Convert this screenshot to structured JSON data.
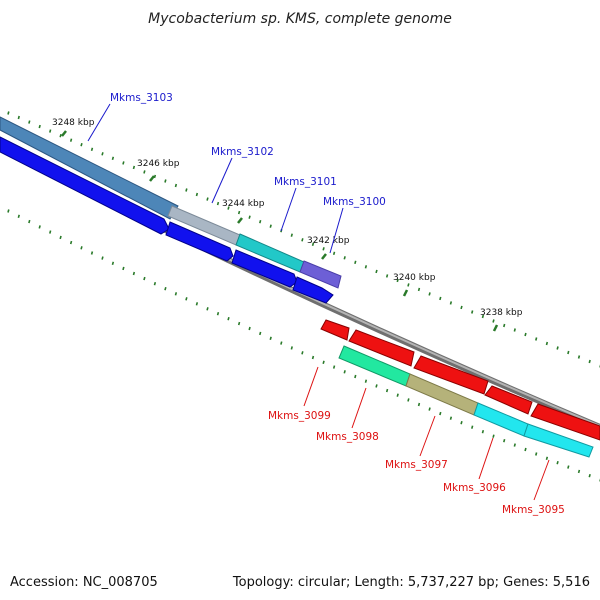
{
  "title": "Mycobacterium sp. KMS, complete genome",
  "footer": {
    "accession": "Accession: NC_008705",
    "summary": "Topology: circular; Length: 5,737,227 bp; Genes: 5,516"
  },
  "ticks": [
    {
      "label": "3248 kbp"
    },
    {
      "label": "3246 kbp"
    },
    {
      "label": "3244 kbp"
    },
    {
      "label": "3242 kbp"
    },
    {
      "label": "3240 kbp"
    },
    {
      "label": "3238 kbp"
    }
  ],
  "top_genes": [
    {
      "name": "Mkms_3103",
      "color": "#4d86b8"
    },
    {
      "name": "Mkms_3102",
      "color": "#a9b6c4"
    },
    {
      "name": "Mkms_3101",
      "color": "#22c8c8"
    },
    {
      "name": "Mkms_3100",
      "color": "#6d5fd6"
    }
  ],
  "bottom_genes": [
    {
      "name": "Mkms_3099",
      "color": "#ee1111"
    },
    {
      "name": "Mkms_3098",
      "color": "#22e8a0"
    },
    {
      "name": "Mkms_3097",
      "color": "#b5b27a"
    },
    {
      "name": "Mkms_3096",
      "color": "#22e6ee"
    },
    {
      "name": "Mkms_3095",
      "color": "#22e6ee"
    }
  ],
  "colors": {
    "backbone": "#8a8a8a",
    "tick": "#2a7a2a",
    "cds_top": "#1111ee",
    "cds_bottom": "#ee1111",
    "label_top": "#1a1acc",
    "label_bottom": "#dd1111"
  }
}
